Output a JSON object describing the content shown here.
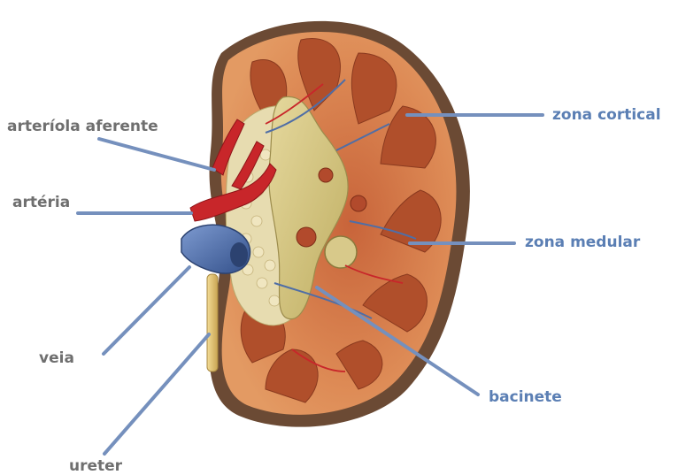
{
  "labels": {
    "arteriola_aferente": "arteríola aferente",
    "arteria": "artéria",
    "veia": "veia",
    "ureter": "ureter",
    "zona_cortical": "zona cortical",
    "zona_medular": "zona medular",
    "bacinete": "bacinete"
  },
  "colors": {
    "leader_line": "#7590bd",
    "label_gray": "#6f6f6f",
    "label_blue": "#5b7fb4",
    "capsule": "#6b4a34",
    "cortex": "#d87a45",
    "medulla": "#b5532e",
    "pelvis": "#d8c98a",
    "fat": "#e7dcb0",
    "artery": "#c8262a",
    "vein": "#4f6ea6",
    "ureter_tube": "#e8c777"
  }
}
